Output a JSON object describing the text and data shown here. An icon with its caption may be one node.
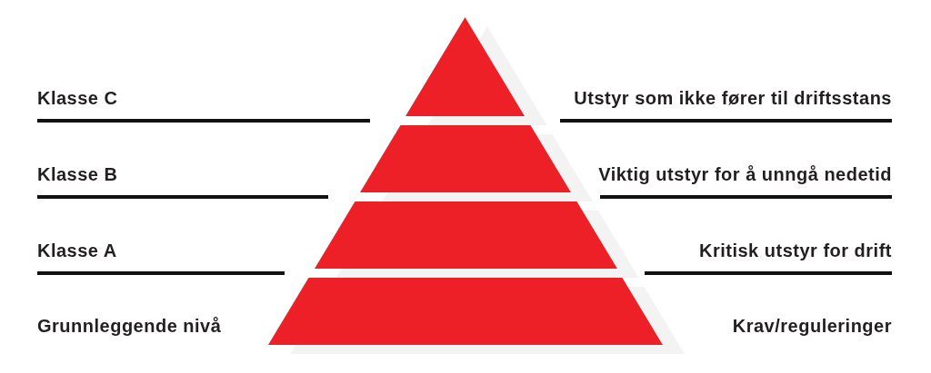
{
  "diagram": {
    "nodes": [
      {
        "text": [],
        "shape": "triangle"
      },
      {
        "text": [],
        "shape": "trapezoid"
      },
      {
        "text": [],
        "shape": "trapezoid"
      },
      {
        "text": [],
        "shape": "trapezoid"
      }
    ],
    "labels": [
      "Klasse C",
      "Utstyr som ikke fører til driftsstans",
      "Klasse B",
      "Viktig utstyr for å unngå nedetid",
      "Klasse A",
      "Kritisk utstyr for drift",
      "Grunnleggende nivå",
      "Krav/reguleringer"
    ]
  }
}
